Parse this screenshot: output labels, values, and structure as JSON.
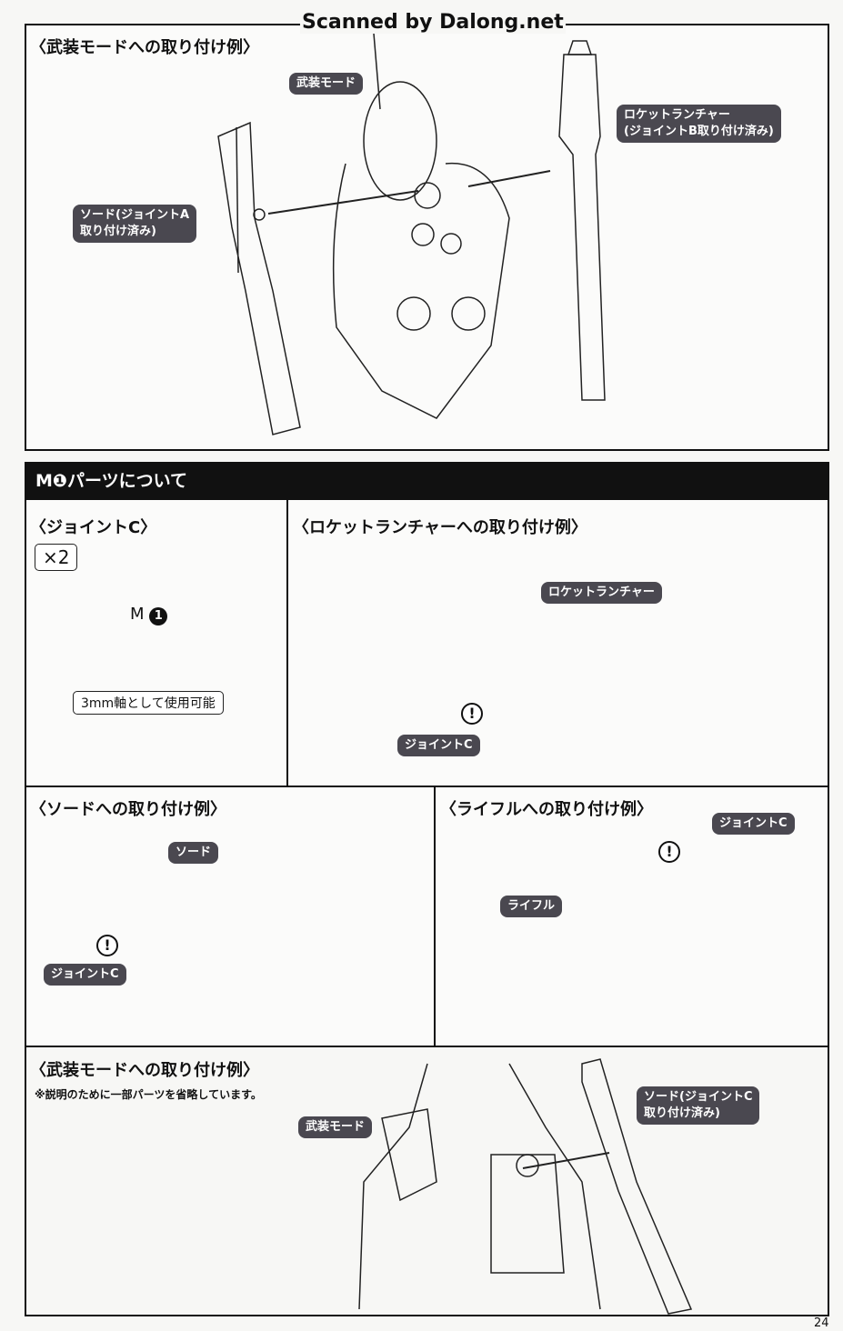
{
  "watermark": "Scanned by Dalong.net",
  "top_section": {
    "title": "〈武装モードへの取り付け例〉",
    "label_mode": "武装モード",
    "label_rocket": [
      "ロケットランチャー",
      "(ジョイントB取り付け済み)"
    ],
    "label_sword": [
      "ソード(ジョイントA",
      "取り付け済み)"
    ]
  },
  "header": {
    "title": "M❶パーツについて"
  },
  "joint_c": {
    "title": "〈ジョイントC〉",
    "count": "×2",
    "part_id": "M",
    "part_num": "1",
    "note": "3mm軸として使用可能"
  },
  "rocket": {
    "title": "〈ロケットランチャーへの取り付け例〉",
    "label": "ロケットランチャー",
    "joint": "ジョイントC",
    "warn": "!"
  },
  "sword": {
    "title": "〈ソードへの取り付け例〉",
    "label": "ソード",
    "joint": "ジョイントC",
    "warn": "!"
  },
  "rifle": {
    "title": "〈ライフルへの取り付け例〉",
    "label": "ライフル",
    "joint": "ジョイントC",
    "warn": "!"
  },
  "bottom_section": {
    "title": "〈武装モードへの取り付け例〉",
    "note": "※説明のために一部パーツを省略しています。",
    "label_mode": "武装モード",
    "label_sword": [
      "ソード(ジョイントC",
      "取り付け済み)"
    ]
  },
  "page_number": "24"
}
